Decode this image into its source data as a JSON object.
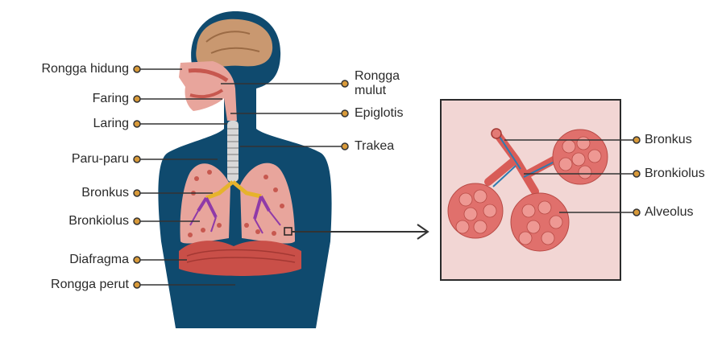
{
  "labels": {
    "rongga_hidung": "Rongga hidung",
    "faring": "Faring",
    "laring": "Laring",
    "paru_paru": "Paru-paru",
    "bronkus_left": "Bronkus",
    "bronkiolus_left": "Bronkiolus",
    "diafragma": "Diafragma",
    "rongga_perut": "Rongga perut",
    "rongga_mulut_line1": "Rongga",
    "rongga_mulut_line2": "mulut",
    "epiglotis": "Epiglotis",
    "trakea": "Trakea",
    "bronkus_right": "Bronkus",
    "bronkiolus_right": "Bronkiolus",
    "alveolus": "Alveolus"
  },
  "colors": {
    "body": "#0f4a6e",
    "lung": "#e8a59c",
    "lung_dark": "#c7584f",
    "diaphragm": "#c94f48",
    "brain": "#c99870",
    "inset_bg": "#f2d6d4",
    "alveoli": "#e0706c",
    "leader_dot": "#d89a3a"
  }
}
